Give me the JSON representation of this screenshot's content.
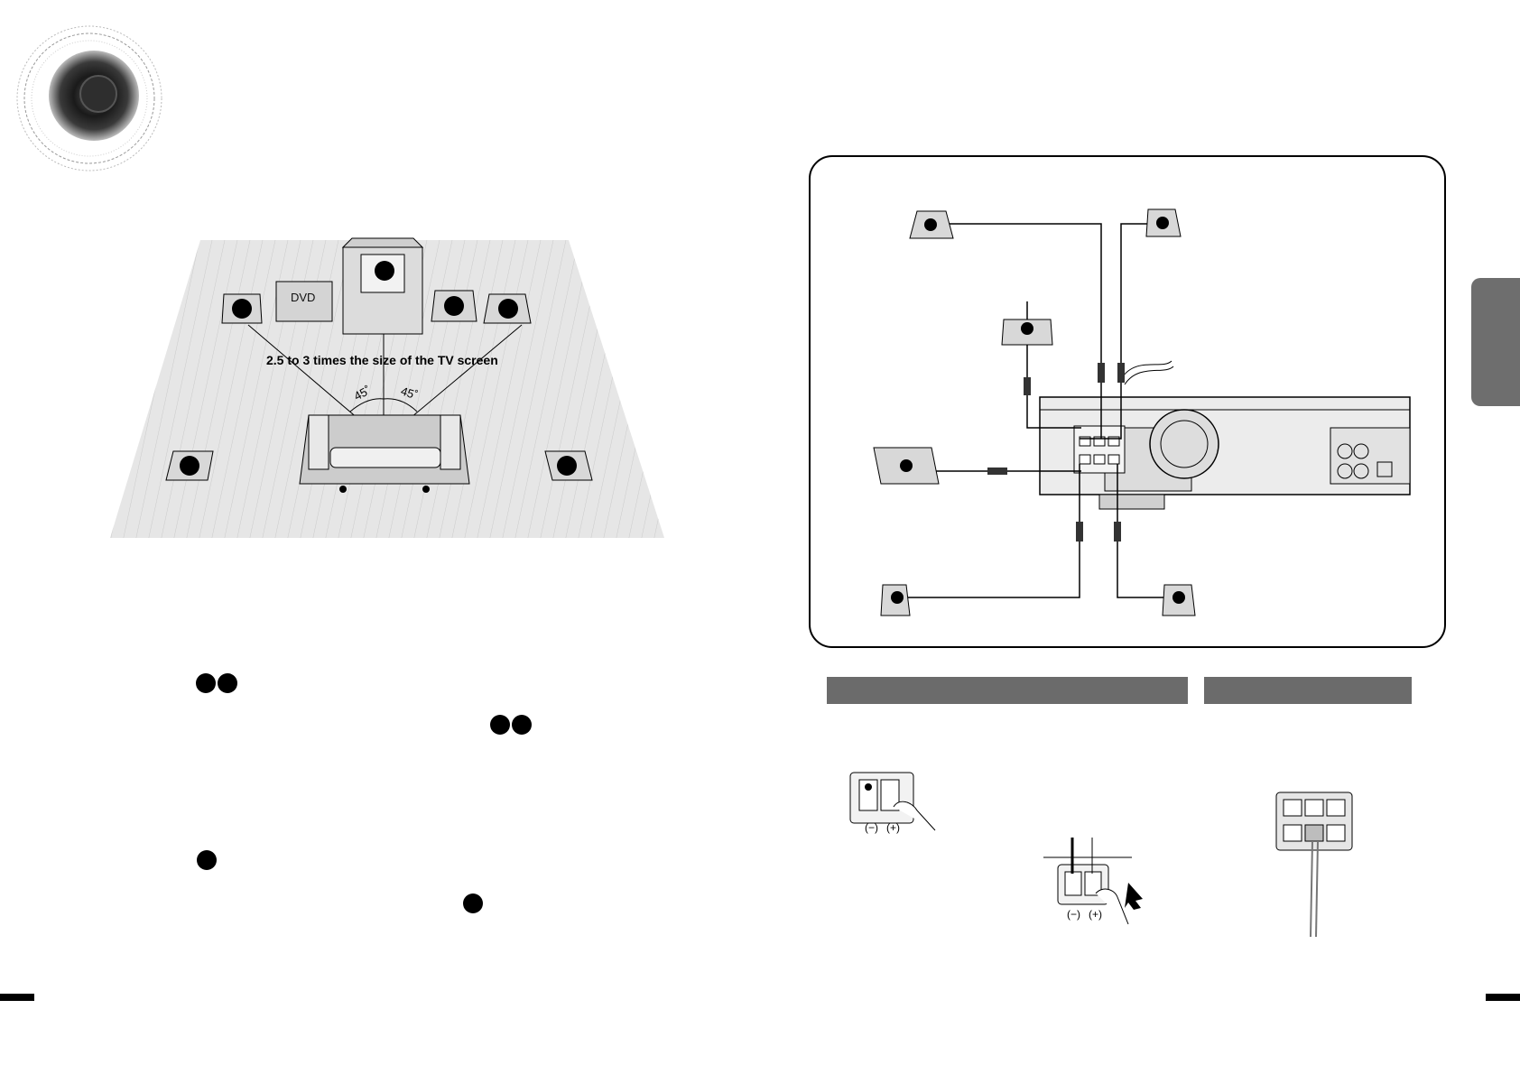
{
  "layout_diagram": {
    "dvd_label": "DVD",
    "distance_caption": "2.5 to 3 times the size of the TV screen",
    "angle_left": "45˚",
    "angle_right": "45˚"
  },
  "terminal_labels": {
    "minus": "(−)",
    "plus": "(+)",
    "minus_2": "(−)",
    "plus_2": "(+)"
  },
  "colors": {
    "floor": "#e4e4e4",
    "section_bar": "#6b6b6b",
    "side_tab": "#6e6e6e"
  },
  "icons": [
    "speaker-woofer-icon",
    "speaker-icon",
    "receiver-unit-icon",
    "terminal-clip-icon",
    "finger-press-icon",
    "arrow-icon"
  ]
}
